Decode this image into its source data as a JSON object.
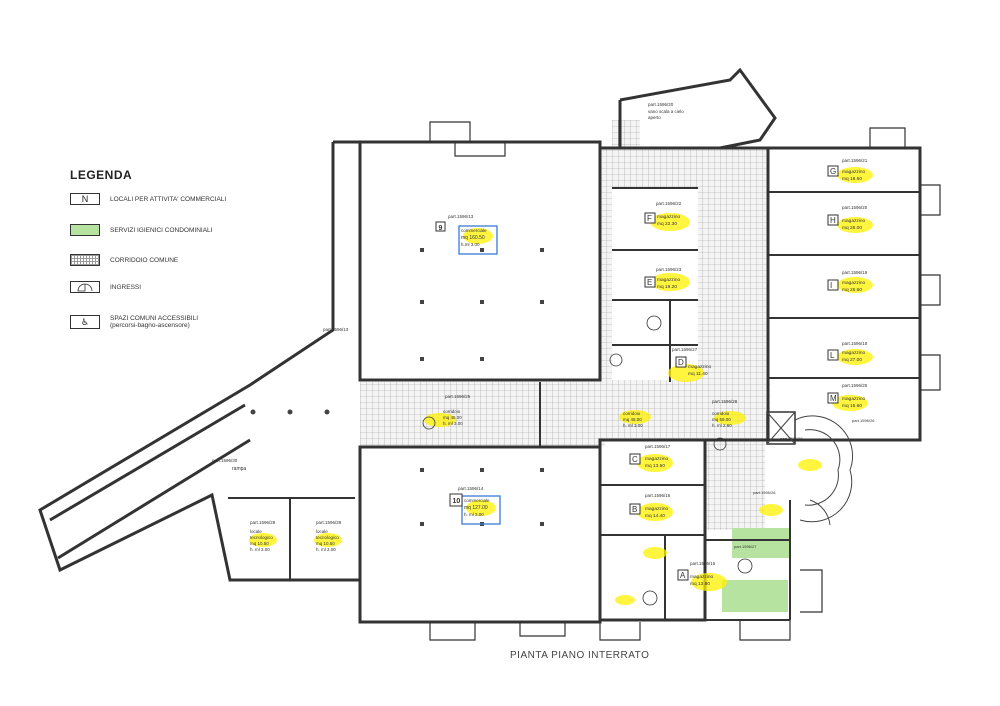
{
  "legend": {
    "title": "LEGENDA",
    "items": [
      {
        "symbol": "N",
        "label": "LOCALI PER ATTIVITA' COMMERCIALI"
      },
      {
        "symbol": "",
        "label": "SERVIZI IGIENICI CONDOMINIALI"
      },
      {
        "symbol": "",
        "label": "CORRIDOIO COMUNE"
      },
      {
        "symbol": "",
        "label": "INGRESSI"
      },
      {
        "symbol": "♿",
        "label": "SPAZI COMUNI ACCESSIBILI",
        "sub": "(percorsi-bagno-ascensore)"
      }
    ]
  },
  "colors": {
    "wall": "#333333",
    "highlight": "#fff200",
    "green": "#b7e3a0",
    "grid": "#9a9a9a",
    "blue_box": "#3a7bd5"
  },
  "top_parcel": {
    "label": "part.1596/20",
    "text1": "vano scala a cielo",
    "text2": "aperto"
  },
  "commercial": [
    {
      "letter": "9",
      "part": "part.1596/13",
      "l1": "commerciale",
      "l2": "mq 160.50",
      "l3": "h.ml 3.00"
    },
    {
      "letter": "10",
      "part": "part.1596/14",
      "l1": "commerciale",
      "l2": "mq 127.00",
      "l3": "h. ml  3.00"
    }
  ],
  "storage": [
    {
      "letter": "F",
      "part": "part.1596/22",
      "l1": "magazzino",
      "l2": "mq 22.30"
    },
    {
      "letter": "E",
      "part": "part.1596/23",
      "l1": "magazzino",
      "l2": "mq 19.20"
    },
    {
      "letter": "D",
      "part": "part.1596/27",
      "l1": "magazzino",
      "l2": "mq 11.40"
    },
    {
      "letter": "C",
      "part": "part.1596/17",
      "l1": "magazzino",
      "l2": "mq 13.50"
    },
    {
      "letter": "B",
      "part": "part.1596/16",
      "l1": "magazzino",
      "l2": "mq 14.40"
    },
    {
      "letter": "A",
      "part": "part.1596/15",
      "l1": "magazzino",
      "l2": "mq 13.80"
    },
    {
      "letter": "G",
      "part": "part.1596/21",
      "l1": "magazzino",
      "l2": "mq 18.50"
    },
    {
      "letter": "H",
      "part": "part.1596/20",
      "l1": "magazzino",
      "l2": "mq 26.00"
    },
    {
      "letter": "I",
      "part": "part.1596/19",
      "l1": "magazzino",
      "l2": "mq 26.60"
    },
    {
      "letter": "L",
      "part": "part.1596/18",
      "l1": "magazzino",
      "l2": "mq 27.00"
    },
    {
      "letter": "M",
      "part": "part.1596/25",
      "l1": "magazzino",
      "l2": "mq 15.60"
    }
  ],
  "corridors": [
    {
      "part": "part.1596/26",
      "l1": "corridoio",
      "l2": "mq 45.00",
      "l3": "h. ml 3.00"
    },
    {
      "part": "",
      "l1": "corridoio",
      "l2": "mq 45.00",
      "l3": "h. ml 3.00"
    },
    {
      "part": "part.1596/28",
      "l1": "corridoio",
      "l2": "mq 59.00",
      "l3": "h. ml 2.60"
    }
  ],
  "ramp": {
    "part": "part.1596/30",
    "label": "rampa"
  },
  "part_left": "part.1596/13",
  "tech_rooms": [
    {
      "part": "part.1596/29",
      "l1": "locale",
      "l2": "tecnologico",
      "l3": "mq 10.50",
      "l4": "h. ml 3.00"
    },
    {
      "part": "part.1596/29",
      "l1": "locale",
      "l2": "tecnologico",
      "l3": "mq 10.50",
      "l4": "h. ml 3.00"
    }
  ],
  "small_parts": [
    "part.1596/26",
    "part.1596/27",
    "part.1596/28",
    "part.1596/26"
  ],
  "bottom_title": "PIANTA PIANO INTERRATO"
}
